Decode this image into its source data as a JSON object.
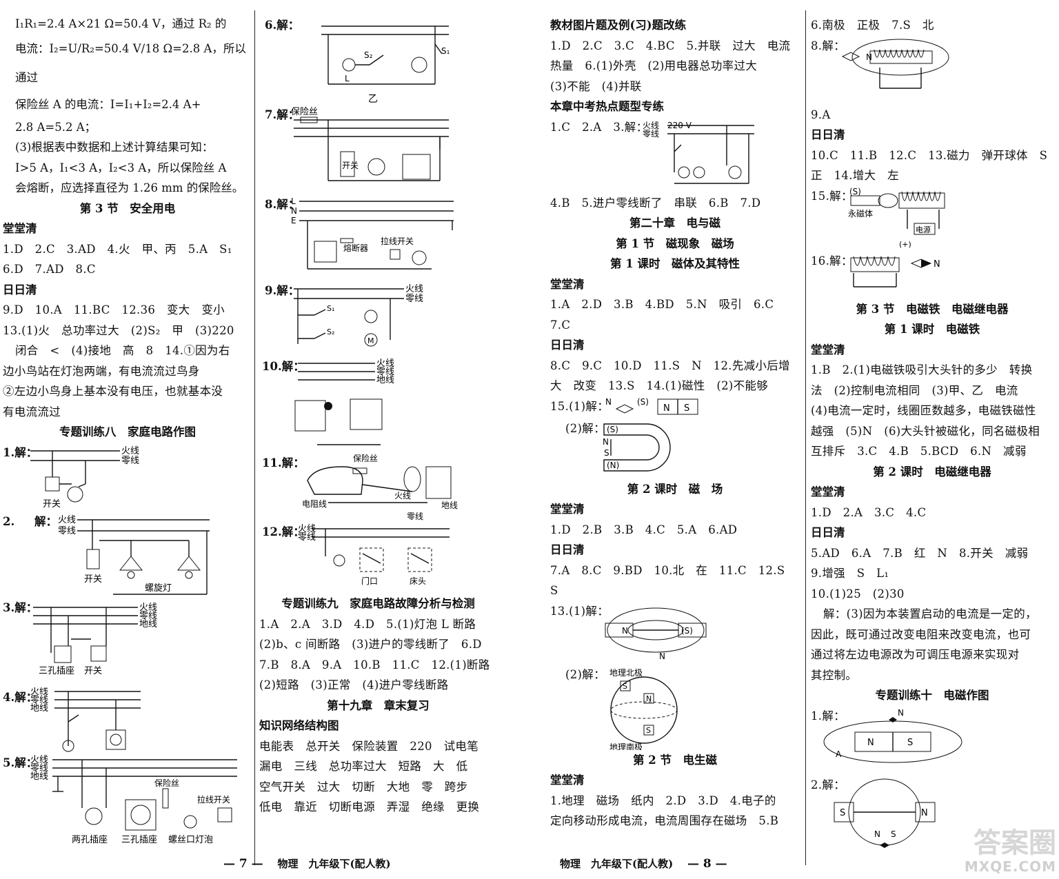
{
  "col1": {
    "lines": [
      "I₁R₁=2.4 A×21 Ω=50.4 V，通过 R₂ 的",
      "电流：I₂=U/R₂=50.4 V/18 Ω=2.8 A，所以通过",
      "保险丝 A 的电流：I=I₁+I₂=2.4 A+",
      "2.8 A=5.2 A；",
      "(3)根据表中数据和上述计算结果可知：",
      "I>5 A，I₁<3 A，I₂<3 A，所以保险丝 A",
      "会熔断，应选择直径为 1.26 mm 的保险丝。"
    ],
    "sec3_title": "第 3 节　安全用电",
    "tangtangqing": "堂堂清",
    "s3_a1": "1.D　2.C　3.AD　4.火　甲、丙　5.A　S₁",
    "s3_a2": "6.D　7.AD　8.C",
    "ririqing": "日日清",
    "s3_b1": "9.D　10.A　11.BC　12.36　变大　变小",
    "s3_b2": "13.(1)火　总功率过大　(2)S₂　甲　(3)220",
    "s3_b3": "闭合　<　(4)接地　高　8　14.①因为右",
    "s3_b4": "边小鸟站在灯泡两端，有电流流过鸟身",
    "s3_b5": "②左边小鸟身上基本没有电压，也就基本没",
    "s3_b6": "有电流流过",
    "zt8_title": "专题训练八　家庭电路作图",
    "q1": "1.解：",
    "q2": "2.",
    "q2b": "解：",
    "q3": "3.解：",
    "q4": "4.解：",
    "q5": "5.解：",
    "lbl_huoxian": "火线",
    "lbl_lingxian": "零线",
    "lbl_dixian": "地线",
    "lbl_kaiguan": "开关",
    "lbl_luoxuandeng": "螺旋灯",
    "lbl_sankong": "三孔插座",
    "lbl_liangkong": "两孔插座",
    "lbl_luosikou": "螺丝口灯泡",
    "lbl_baoxiansi": "保险丝",
    "lbl_laxian": "拉线开关"
  },
  "col2": {
    "q6": "6.解：",
    "q6_yi": "乙",
    "q7": "7.解：",
    "q7_bx": "保险丝",
    "q7_kg": "开关",
    "q8": "8.解：",
    "q8_rdq": "熔断器",
    "q8_lx": "拉线开关",
    "q9": "9.解：",
    "q10": "10.解：",
    "q11": "11.解：",
    "q11_bx": "保险丝",
    "q11_dzx": "电阻线",
    "q12": "12.解：",
    "q12_mk": "门口",
    "q12_ct": "床头",
    "zt9_title": "专题训练九　家庭电路故障分析与检测",
    "zt9_a1": "1.A　2.A　3.D　4.D　5.(1)灯泡 L 断路",
    "zt9_a2": "(2)b、c 间断路　(3)进户的零线断了　6.D",
    "zt9_a3": "7.B　8.A　9.A　10.B　11.C　12.(1)断路",
    "zt9_a4": "(2)短路　(3)正常　(4)进户零线断路",
    "ch19_title": "第十九章　章末复习",
    "zswl": "知识网络结构图",
    "zswl_1": "电能表　总开关　保险装置　220　试电笔",
    "zswl_2": "漏电　三线　总功率过大　短路　大　低",
    "zswl_3": "空气开关　过大　切断　大地　零　跨步",
    "zswl_4": "低电　靠近　切断电源　弄湿　绝缘　更换",
    "l_L": "L",
    "l_N": "N",
    "l_E": "E",
    "l_S1": "S₁",
    "l_S2": "S₂",
    "l_M": "M"
  },
  "col3": {
    "jc_title": "教材图片题及例(习)题改练",
    "jc_1": "1.D　2.C　3.C　4.BC　5.并联　过大　电流",
    "jc_2": "热量　6.(1)外壳　(2)用电器总功率过大",
    "jc_3": "(3)不能　(4)并联",
    "zk_title": "本章中考热点题型专练",
    "zk_1": "1.C　2.A　3.解：",
    "zk_220": "220 V",
    "zk_2": "4.B　5.进户零线断了　串联　6.B　7.D",
    "ch20_title": "第二十章　电与磁",
    "s1_title": "第 1 节　磁现象　磁场",
    "k1_title": "第 1 课时　磁体及其特性",
    "ttq": "堂堂清",
    "k1_a1": "1.A　2.D　3.B　4.BD　5.N　吸引　6.C",
    "k1_a2": "7.C",
    "rrq": "日日清",
    "k1_b1": "8.C　9.C　10.D　11.S　N　12.先减小后增",
    "k1_b2": "大　改变　13.S　14.(1)磁性　(2)不能够",
    "k1_b3": "15.(1)解：",
    "k1_b4": "(2)解：",
    "k2_title": "第 2 课时　磁　场",
    "k2_a1": "1.D　2.B　3.B　4.C　5.A　6.AD",
    "k2_b1": "7.A　8.C　9.BD　10.北　在　11.C　12.S　S",
    "k2_b2": "13.(1)解：",
    "k2_b3": "(2)解：",
    "dlbj": "地理北极",
    "dlnj": "地理南极",
    "s2_title": "第 2 节　电生磁",
    "s2_a1": "1.地理　磁场　纸内　2.D　3.D　4.电子的",
    "s2_a2": "定向移动形成电流，电流周围存在磁场　5.B",
    "m_N": "N",
    "m_S": "S",
    "m_pS": "(S)",
    "m_pN": "(N)"
  },
  "col4": {
    "l1": "6.南极　正极　7.S　北",
    "q8": "8.解：",
    "l9": "9.A",
    "rrq": "日日清",
    "l10": "10.C　11.B　12.C　13.磁力　弹开球体　S",
    "l11": "正　14.增大　左",
    "q15": "15.解：",
    "q15_s": "(S)",
    "q15_ycl": "永磁体",
    "q15_dy": "电源",
    "q15_plus": "(+)",
    "q16": "16.解：",
    "s3_title": "第 3 节　电磁铁　电磁继电器",
    "k1_title": "第 1 课时　电磁铁",
    "ttq": "堂堂清",
    "k1_1": "1.B　2.(1)电磁铁吸引大头针的多少　转换",
    "k1_2": "法　(2)控制电流相同　(3)甲、乙　电流",
    "k1_3": "(4)电流一定时，线圈匝数越多，电磁铁磁性",
    "k1_4": "越强　(5)N　(6)大头针被磁化，同名磁极相",
    "k1_5": "互排斥　3.C　4.B　5.BCD　6.N　减弱",
    "k2_title": "第 2 课时　电磁继电器",
    "ttq2": "堂堂清",
    "k2_1": "1.D　2.A　3.C　4.C",
    "rrq2": "日日清",
    "k2_2": "5.AD　6.A　7.B　红　N　8.开关　减弱",
    "k2_3": "9.增强　S　L₁",
    "k2_4": "10.(1)25　(2)30",
    "k2_5": "解：(3)因为本装置启动的电流是一定的，",
    "k2_6": "因此，既可通过改变电阻来改变电流，也可",
    "k2_7": "通过将左边电源改为可调压电源来实现对",
    "k2_8": "其控制。",
    "zt10_title": "专题训练十　电磁作图",
    "z1": "1.解：",
    "z2": "2.解：",
    "N": "N",
    "S": "S",
    "A": "A"
  },
  "footer": {
    "left_num": "— 7 —",
    "left_txt": "物理　九年级下(配人教)",
    "right_txt": "物理　九年级下(配人教)",
    "right_num": "— 8 —"
  },
  "watermark": {
    "top": "答案圈",
    "bottom": "MXQE.COM"
  }
}
